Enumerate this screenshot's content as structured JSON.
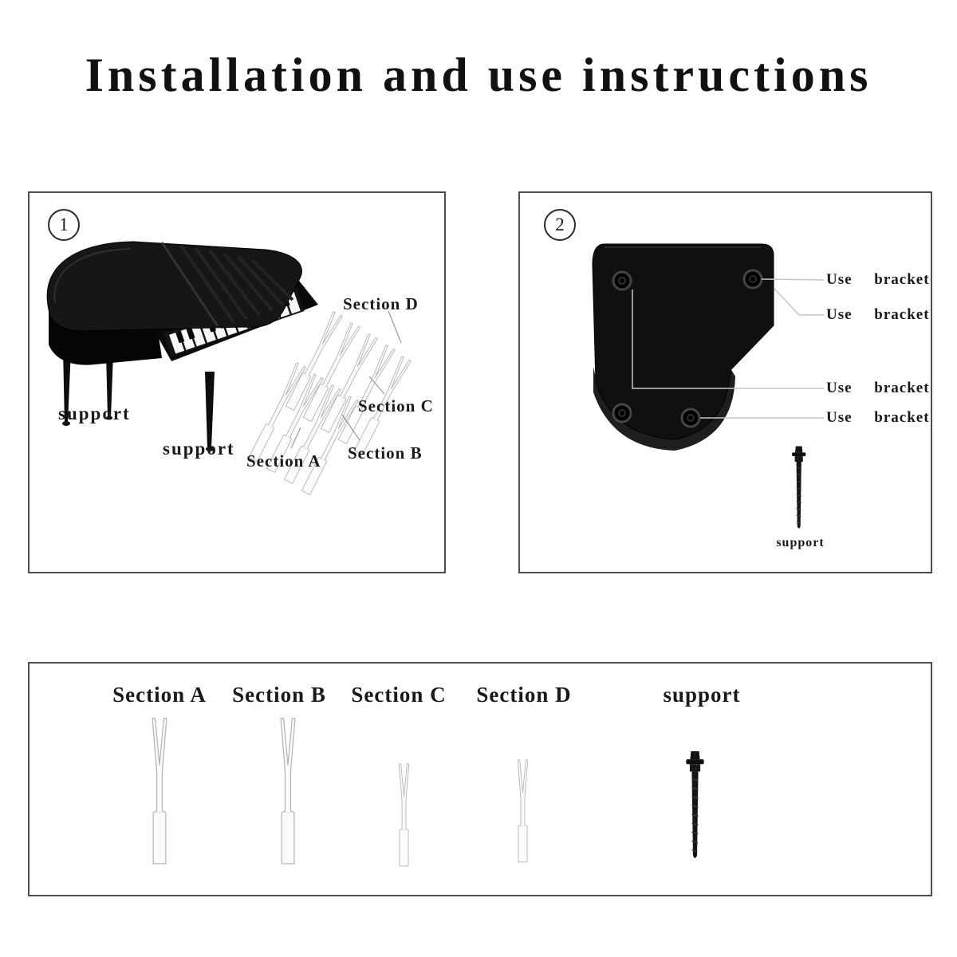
{
  "title": "Installation and use instructions",
  "panel1": {
    "number": "1",
    "section_a": "Section A",
    "section_b": "Section B",
    "section_c": "Section C",
    "section_d": "Section D",
    "support_left": "support",
    "support_center": "support"
  },
  "panel2": {
    "number": "2",
    "bracket_labels": [
      "Use bracket",
      "Use bracket",
      "Use bracket",
      "Use bracket"
    ],
    "support": "support"
  },
  "bottom": {
    "items": [
      {
        "label": "Section A"
      },
      {
        "label": "Section B"
      },
      {
        "label": "Section C"
      },
      {
        "label": "Section D"
      },
      {
        "label": "support"
      }
    ]
  },
  "colors": {
    "piano_black": "#121212",
    "fork_white": "#fbfbfb",
    "leader_gray": "#c6c6c6"
  }
}
